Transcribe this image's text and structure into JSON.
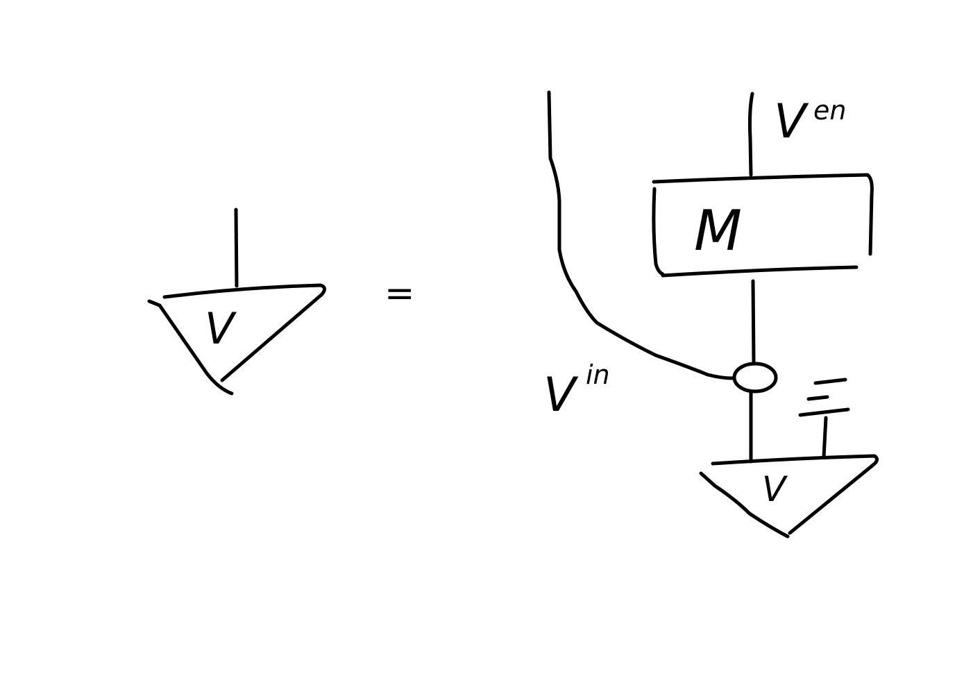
{
  "diagram": {
    "left_triangle_label": "V",
    "equals_sign": "=",
    "output_label_base": "V",
    "output_label_sup": "en",
    "box_label": "M",
    "input_label_base": "V",
    "input_label_sup": "in",
    "right_triangle_label": "V",
    "stroke_color": "#000000",
    "background_color": "#ffffff"
  }
}
